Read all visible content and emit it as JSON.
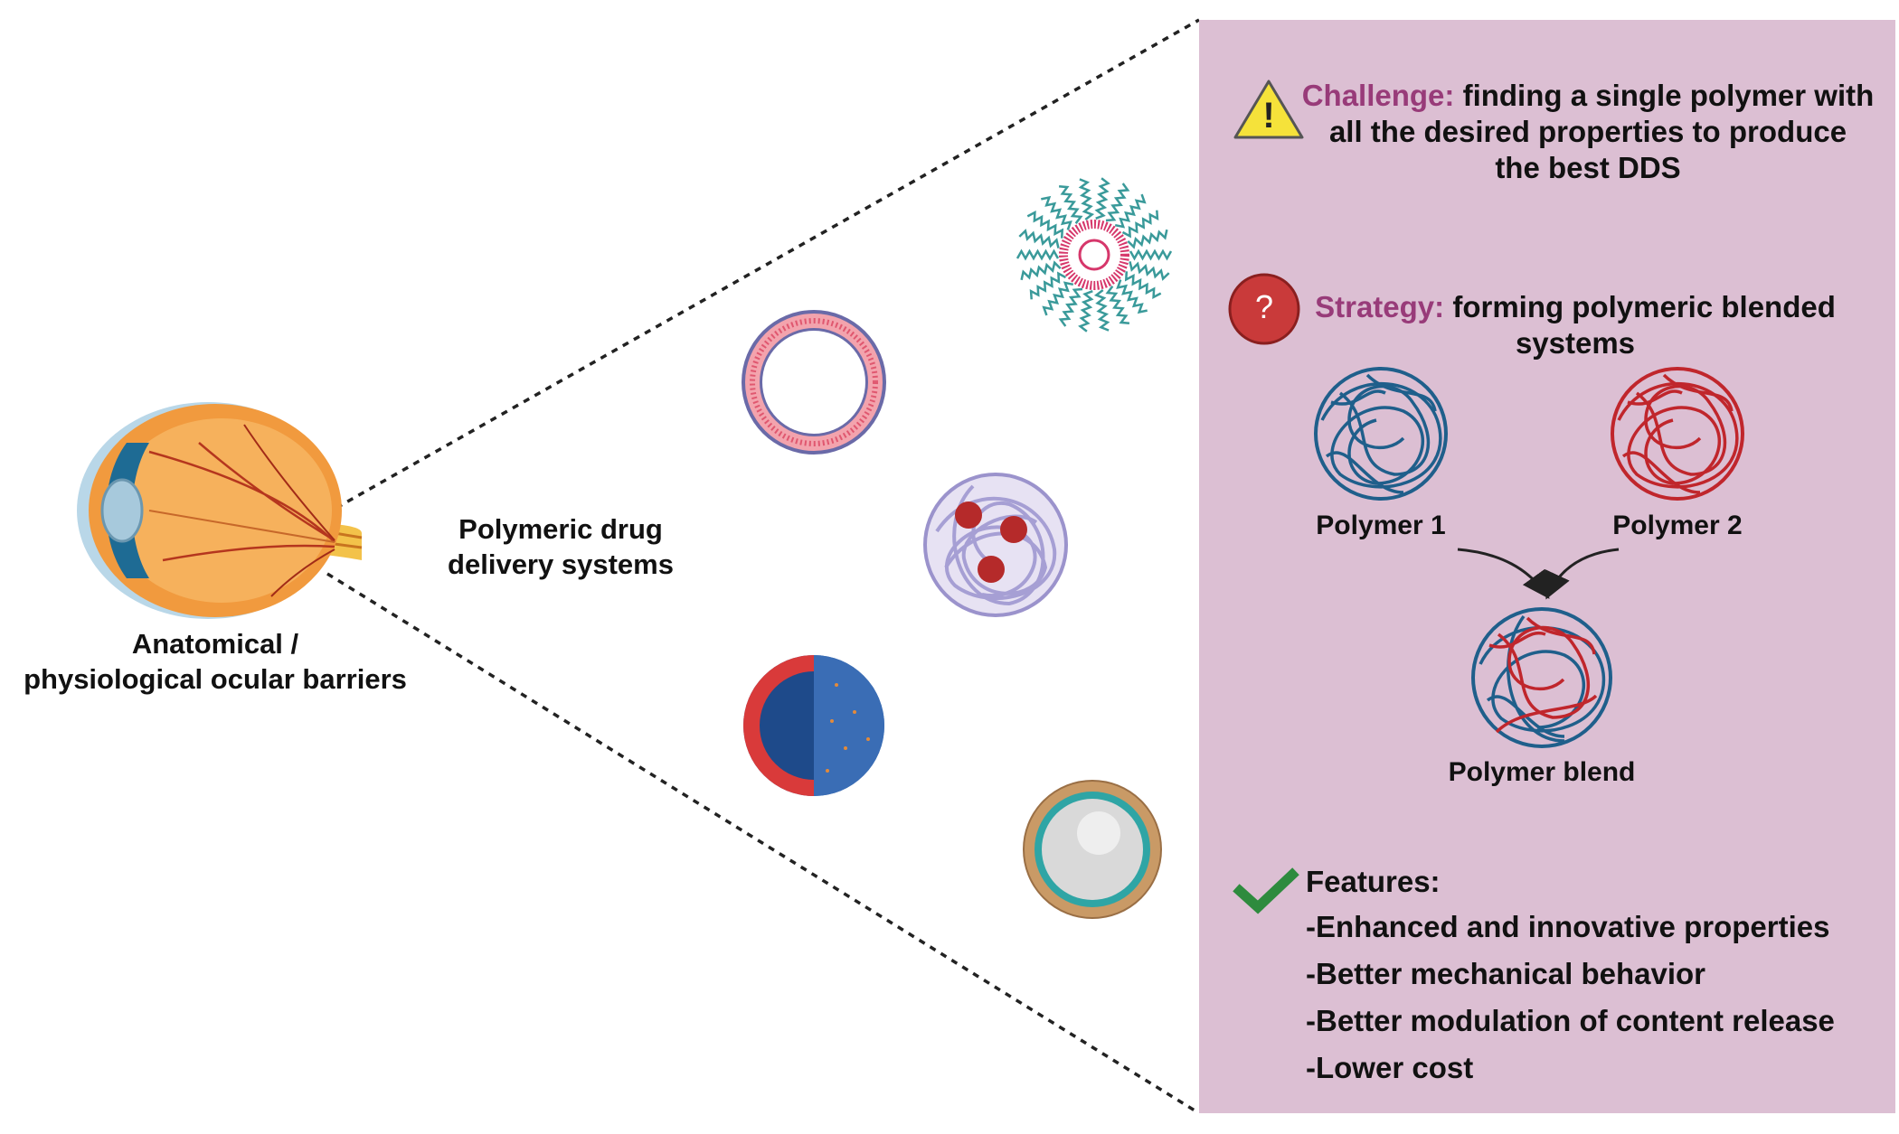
{
  "left": {
    "eye_label_line1": "Anatomical /",
    "eye_label_line2": "physiological ocular barriers",
    "dds_label_line1": "Polymeric drug",
    "dds_label_line2": "delivery systems"
  },
  "panel": {
    "challenge": {
      "heading": "Challenge:",
      "text_line1": "finding a single polymer with",
      "text_line2": "all the desired properties to produce",
      "text_line3": "the best DDS",
      "icon_glyph": "!"
    },
    "strategy": {
      "heading": "Strategy:",
      "text_line1": "forming polymeric blended",
      "text_line2": "systems",
      "icon_glyph": "?"
    },
    "polymer1": "Polymer 1",
    "polymer2": "Polymer 2",
    "blend": "Polymer blend",
    "features": {
      "heading": "Features:",
      "items": [
        "-Enhanced and innovative properties",
        "-Better mechanical behavior",
        "-Better modulation of content release",
        "-Lower cost"
      ]
    }
  },
  "colors": {
    "panel_bg": "#dcbfd3",
    "heading_pink": "#983b79",
    "polymer1_blue": "#1f5f8b",
    "polymer2_red": "#c0262c",
    "check_green": "#2e8b3e",
    "warning_yellow": "#f5e23a",
    "question_red": "#c93a3a"
  }
}
